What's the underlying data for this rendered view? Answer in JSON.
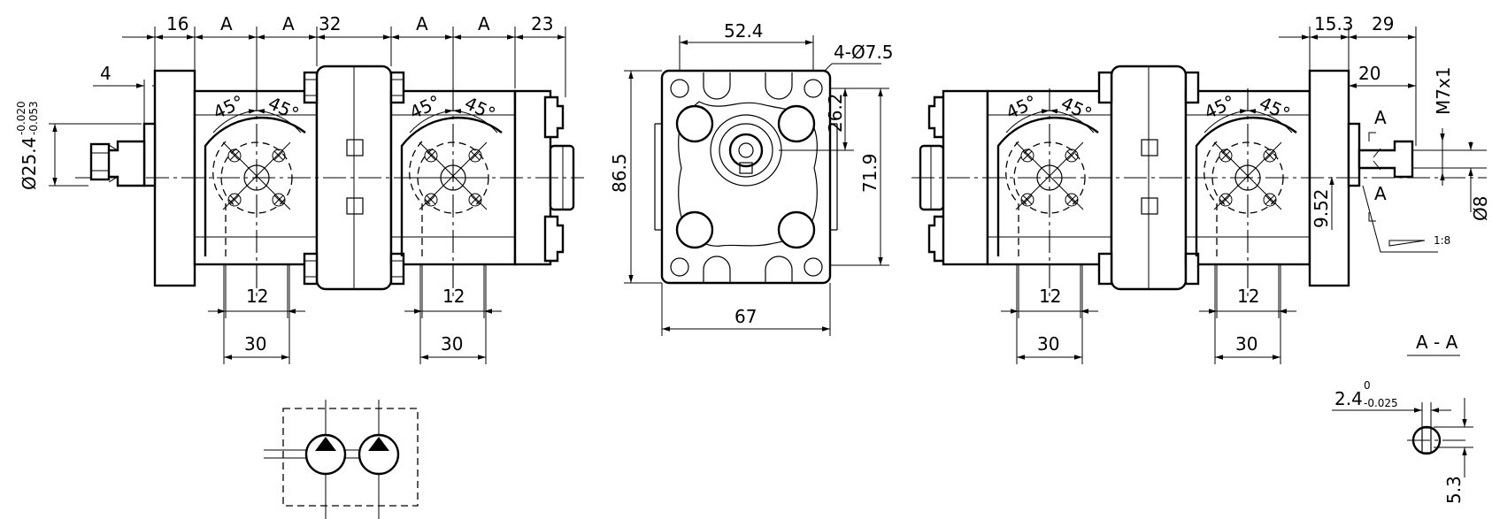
{
  "side_view_left": {
    "dim_top": [
      "16",
      "A",
      "A",
      "32",
      "A",
      "A",
      "23"
    ],
    "dim_shaft_offset": "4",
    "diameter_label": "Ø25.4",
    "diameter_tol_upper": "-0.020",
    "diameter_tol_lower": "-0.053",
    "angle_labels": [
      "45°",
      "45°",
      "45°",
      "45°"
    ],
    "port_dim_inner": [
      "12",
      "12"
    ],
    "port_dim_outer": [
      "30",
      "30"
    ]
  },
  "front_view": {
    "dim_top": "52.4",
    "hole_callout": "4-Ø7.5",
    "dim_bottom": "67",
    "dim_height_left": "86.5",
    "dim_height_right": "71.9",
    "dim_shaft_offset": "26.2"
  },
  "side_view_right": {
    "dim_top": [
      "15.3",
      "29"
    ],
    "dim_shaft_len": "20",
    "thread_label": "M7x1",
    "diameter_label": "Ø8",
    "taper_dim": "9.52",
    "taper_ratio": "1:8",
    "section_marker": "A",
    "angle_labels": [
      "45°",
      "45°",
      "45°",
      "45°"
    ],
    "port_dim_inner": [
      "12",
      "12"
    ],
    "port_dim_outer": [
      "30",
      "30"
    ]
  },
  "section_aa": {
    "title": "A - A",
    "key_width": "2.4",
    "key_tol_upper": "0",
    "key_tol_lower": "-0.025",
    "key_height": "5.3"
  }
}
